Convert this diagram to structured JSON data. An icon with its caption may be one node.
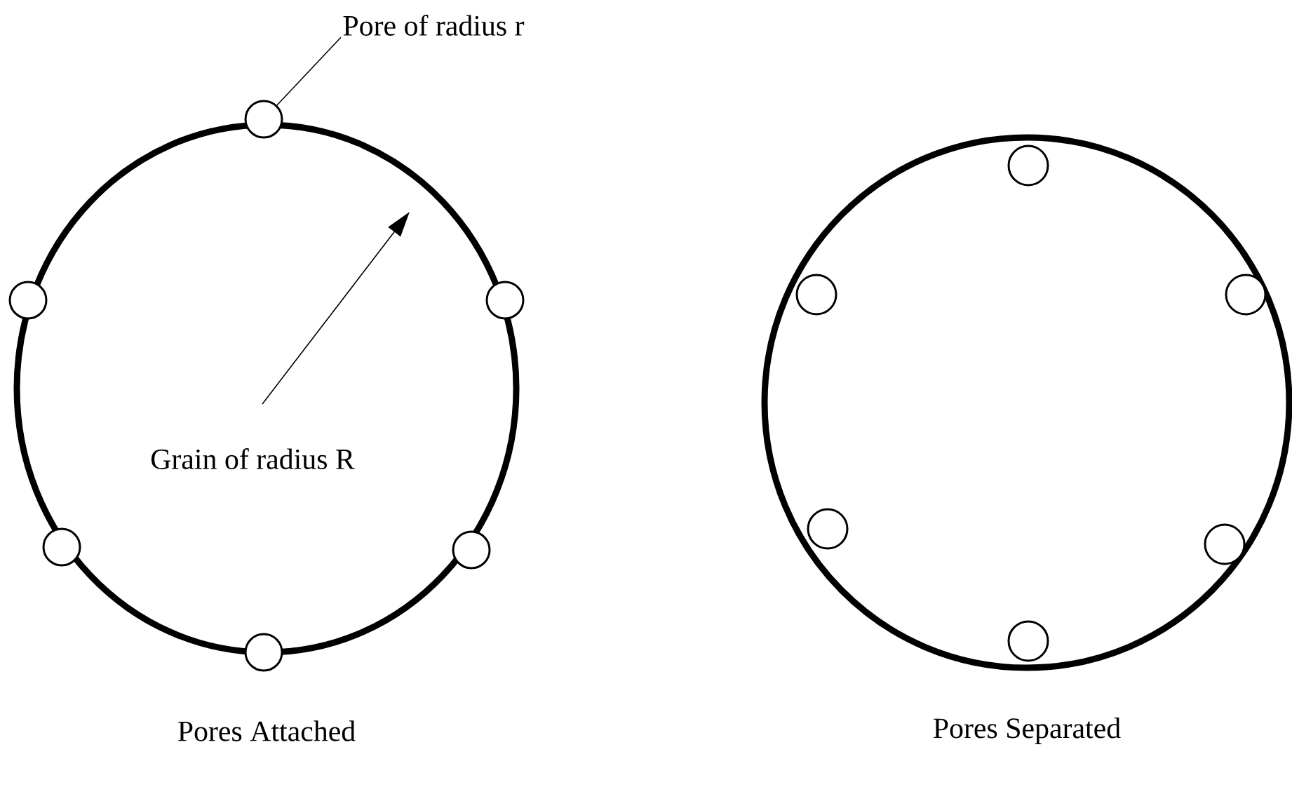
{
  "diagram": {
    "nodes": [
      {
        "text": [
          "Pore of radius r"
        ]
      },
      {
        "text": [
          "Grain of radius R"
        ],
        "beside": [
          "Pores Attached"
        ]
      },
      {
        "text": [],
        "shape": "circle"
      },
      {
        "text": [],
        "shape": "circle"
      },
      {
        "text": [],
        "shape": "circle"
      },
      {
        "text": [],
        "shape": "circle"
      },
      {
        "text": [],
        "shape": "circle"
      },
      {
        "text": [],
        "shape": "circle"
      },
      {
        "text": [],
        "shape": "circle",
        "beside": [
          "Pores Separated"
        ]
      },
      {
        "text": [],
        "shape": "circle",
        "in": 8
      },
      {
        "text": [],
        "shape": "circle",
        "in": 8
      },
      {
        "text": [],
        "shape": "circle",
        "in": 8
      },
      {
        "text": [],
        "shape": "circle",
        "in": 8
      },
      {
        "text": [],
        "shape": "circle",
        "in": 8
      },
      {
        "text": [],
        "shape": "circle",
        "in": 8
      }
    ],
    "edges": [
      {
        "from": 0,
        "to": 2,
        "arrow": "none"
      }
    ]
  }
}
